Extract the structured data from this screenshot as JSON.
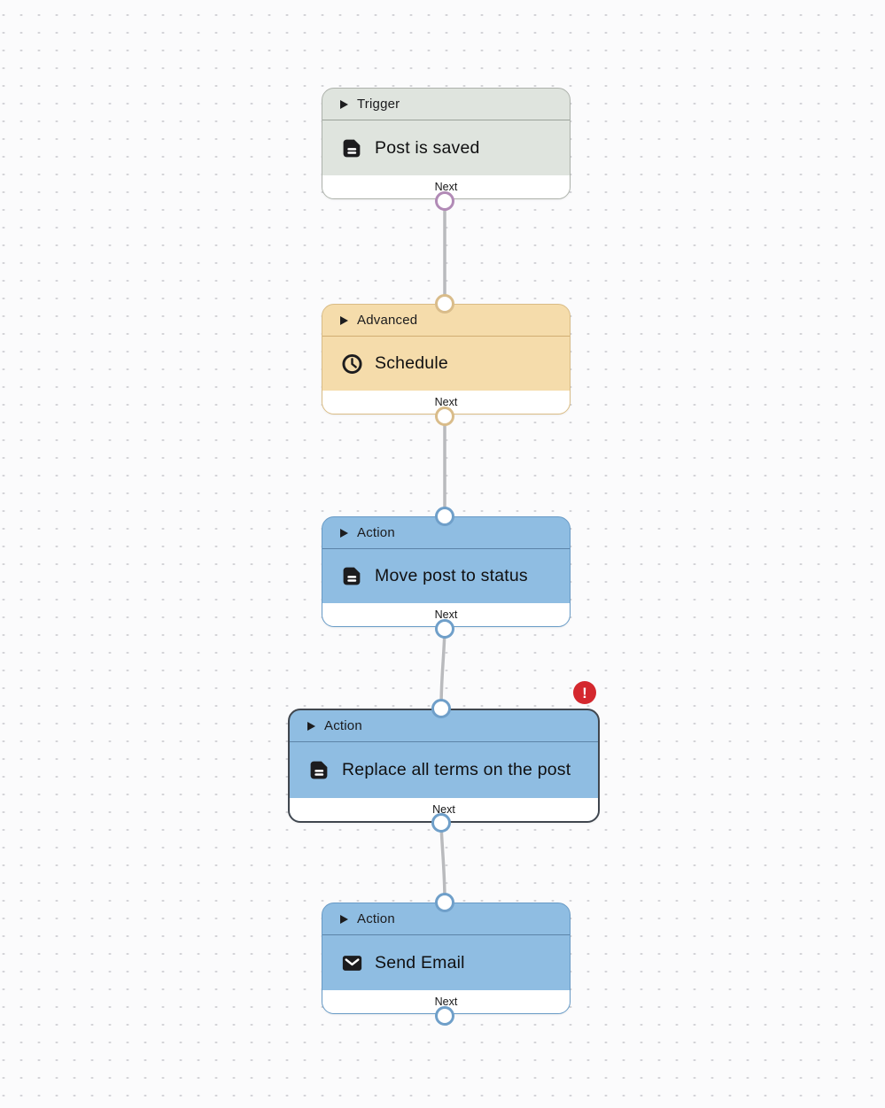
{
  "canvas": {
    "background": "#fbfbfc",
    "dot_color": "#d4d4d8"
  },
  "connector_color": "#b9babd",
  "error_badge": {
    "glyph": "!",
    "color": "#d4282e"
  },
  "nodes": [
    {
      "category": "Trigger",
      "title": "Post is saved",
      "icon": "document-icon",
      "footer_label": "Next",
      "has_error": false,
      "selected": false,
      "colors": {
        "fill": "#dfe4de",
        "border": "#adb2ab",
        "separator": "#9aa29a",
        "port": "#b18ab6"
      }
    },
    {
      "category": "Advanced",
      "title": "Schedule",
      "icon": "clock-icon",
      "footer_label": "Next",
      "has_error": false,
      "selected": false,
      "colors": {
        "fill": "#f5dcab",
        "border": "#d9bc86",
        "separator": "#d1ad72",
        "port": "#d9bc8a"
      }
    },
    {
      "category": "Action",
      "title": "Move post to status",
      "icon": "document-icon",
      "footer_label": "Next",
      "has_error": false,
      "selected": false,
      "colors": {
        "fill": "#8fbde2",
        "border": "#679ac6",
        "separator": "#5c84a8",
        "port": "#6f9fc9"
      }
    },
    {
      "category": "Action",
      "title": "Replace all terms on the post",
      "icon": "document-icon",
      "footer_label": "Next",
      "has_error": true,
      "selected": true,
      "colors": {
        "fill": "#8fbde2",
        "border": "#40464e",
        "separator": "#5c84a8",
        "port": "#6f9fc9"
      }
    },
    {
      "category": "Action",
      "title": "Send Email",
      "icon": "email-icon",
      "footer_label": "Next",
      "has_error": false,
      "selected": false,
      "colors": {
        "fill": "#8fbde2",
        "border": "#679ac6",
        "separator": "#5c84a8",
        "port": "#6f9fc9"
      }
    }
  ]
}
